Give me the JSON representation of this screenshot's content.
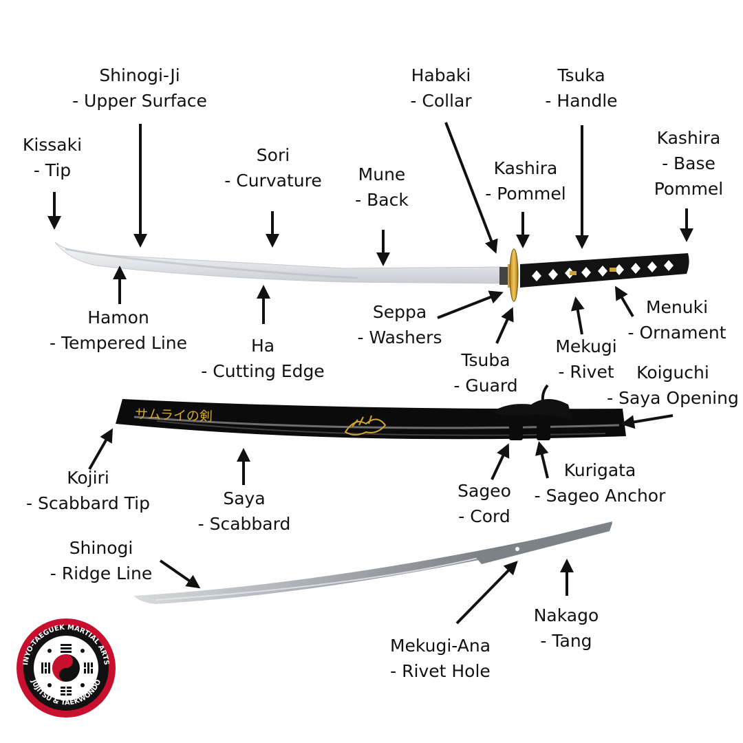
{
  "labels": {
    "kissaki": {
      "name": "Kissaki",
      "desc": "- Tip"
    },
    "shinogi_ji": {
      "name": "Shinogi-Ji",
      "desc": "- Upper Surface"
    },
    "sori": {
      "name": "Sori",
      "desc": "- Curvature"
    },
    "mune": {
      "name": "Mune",
      "desc": "- Back"
    },
    "habaki": {
      "name": "Habaki",
      "desc": "- Collar"
    },
    "kashira_pommel": {
      "name": "Kashira",
      "desc": "- Pommel"
    },
    "tsuka": {
      "name": "Tsuka",
      "desc": "- Handle"
    },
    "kashira_base": {
      "name": "Kashira",
      "desc": "- Base",
      "extra": "Pommel"
    },
    "hamon": {
      "name": "Hamon",
      "desc": "- Tempered Line"
    },
    "ha": {
      "name": "Ha",
      "desc": "- Cutting Edge"
    },
    "seppa": {
      "name": "Seppa",
      "desc": "- Washers"
    },
    "tsuba": {
      "name": "Tsuba",
      "desc": "- Guard"
    },
    "mekugi": {
      "name": "Mekugi",
      "desc": "- Rivet"
    },
    "menuki": {
      "name": "Menuki",
      "desc": "- Ornament"
    },
    "koiguchi": {
      "name": "Koiguchi",
      "desc": "- Saya Opening"
    },
    "kojiri": {
      "name": "Kojiri",
      "desc": "- Scabbard Tip"
    },
    "saya": {
      "name": "Saya",
      "desc": "- Scabbard"
    },
    "sageo": {
      "name": "Sageo",
      "desc": "- Cord"
    },
    "kurigata": {
      "name": "Kurigata",
      "desc": "- Sageo Anchor"
    },
    "shinogi": {
      "name": "Shinogi",
      "desc": "- Ridge Line"
    },
    "nakago": {
      "name": "Nakago",
      "desc": "- Tang"
    },
    "mekugi_ana": {
      "name": "Mekugi-Ana",
      "desc": "- Rivet Hole"
    }
  },
  "saya_inscription": "サムライの剣",
  "logo": {
    "ring_text_top": "INYO-TAEGUEK MARTIAL ARTS",
    "ring_text_bottom": "JUJITSU & TAEKWONDO",
    "ring_color": "#c8102e"
  }
}
